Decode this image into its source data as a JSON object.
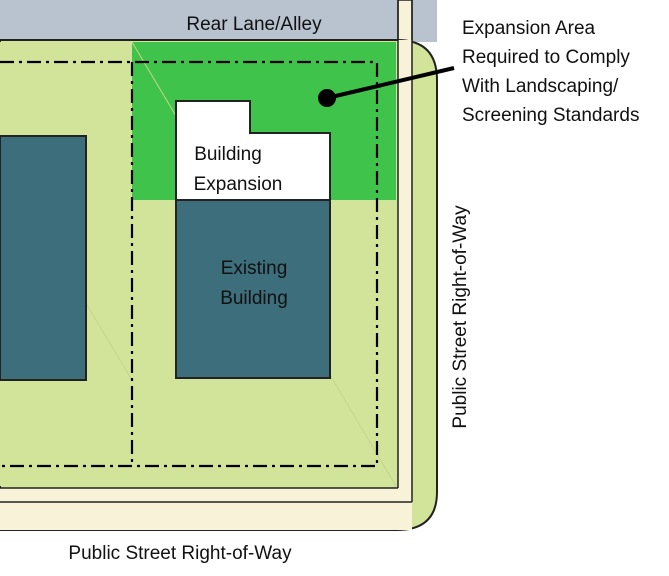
{
  "labels": {
    "rear_lane": "Rear Lane/Alley",
    "building_expansion": [
      "Building",
      "Expansion"
    ],
    "existing_building": [
      "Existing",
      "Building"
    ],
    "callout": [
      "Expansion Area",
      "Required to Comply",
      "With Landscaping/",
      "Screening Standards"
    ],
    "street_right": "Public Street Right-of-Way",
    "street_bottom": "Public Street Right-of-Way"
  },
  "colors": {
    "lot": "#d2e39a",
    "expansion_area": "#3fc34a",
    "building": "#3c6e7c",
    "alley": "#b9c2cf",
    "sidewalk": "#f8f2d8",
    "line": "#000000"
  }
}
